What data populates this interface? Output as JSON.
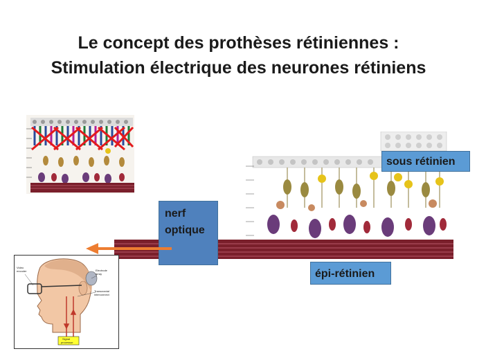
{
  "title": {
    "line1": "Le concept des prothèses rétiniennes :",
    "line2": "Stimulation électrique des neurones rétiniens"
  },
  "labels": {
    "sous": "sous rétinien",
    "nerf_line1": "nerf",
    "nerf_line2": "optique",
    "epi": "épi-rétinien"
  },
  "head_figure": {
    "video_encoder": [
      "Video",
      "encoder"
    ],
    "electrode_array": [
      "Electrode",
      "array"
    ],
    "transcranial": [
      "Transcranial",
      "interconnect"
    ],
    "signal_processor": [
      "Signal",
      "processor"
    ]
  },
  "colors": {
    "label_box": "#5b9bd5",
    "label_box_dark": "#4f81bd",
    "arrow": "#ed7d31",
    "nerve": "#7a1f2b",
    "cross": "#e31a1c",
    "processor": "#ffff33"
  }
}
